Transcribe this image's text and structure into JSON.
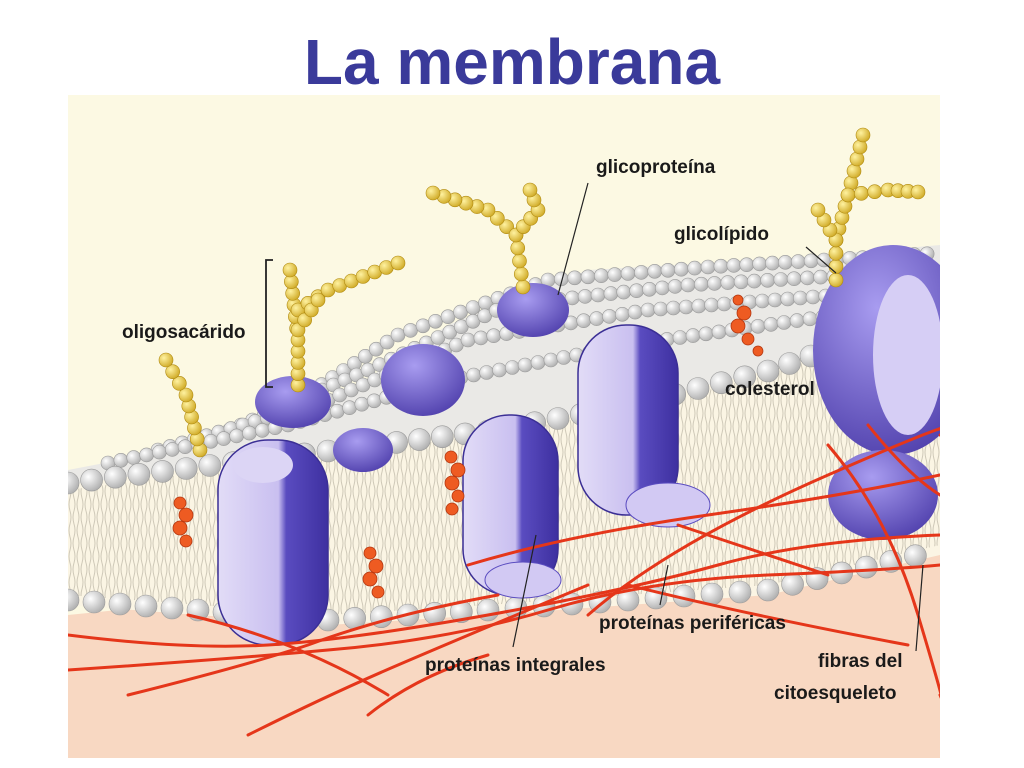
{
  "title": "La membrana",
  "labels": {
    "glycoprotein": "glicoproteína",
    "glycolipid": "glicolípido",
    "oligosaccharide": "oligosacárido",
    "cholesterol": "colesterol",
    "peripheral_proteins": "proteínas periféricas",
    "integral_proteins": "proteínas integrales",
    "cytoskeleton_line1": "fibras del",
    "cytoskeleton_line2": "citoesqueleto"
  },
  "colors": {
    "title": "#3a3a9a",
    "background": "#fcf9e3",
    "cytoplasm": "#f8d8c2",
    "protein": "#6b5cc8",
    "protein_light": "#d8d0f2",
    "sugar": "#e9c227",
    "cholesterol": "#ee5b22",
    "fiber": "#e5361a"
  }
}
